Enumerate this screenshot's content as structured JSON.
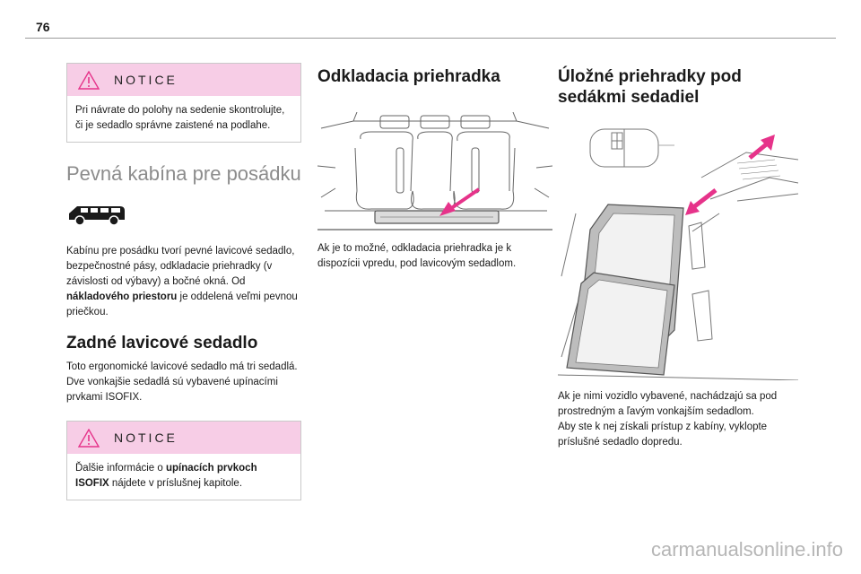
{
  "page": {
    "number": "76"
  },
  "col1": {
    "notice1": {
      "title": "NOTICE",
      "text": "Pri návrate do polohy na sedenie skontrolujte, či je sedadlo správne zaistené na podlahe."
    },
    "section_title": "Pevná kabína pre posádku",
    "icon": "van-icon",
    "cabin_text_1": "Kabínu pre posádku tvorí pevné lavicové sedadlo, bezpečnostné pásy, odkladacie priehradky (v závislosti od výbavy) a bočné okná. Od ",
    "cabin_text_bold": "nákladového priestoru",
    "cabin_text_2": " je oddelená veľmi pevnou priečkou.",
    "rear_bench_title": "Zadné lavicové sedadlo",
    "rear_bench_text_1": "Toto ergonomické lavicové sedadlo má tri sedadlá.",
    "rear_bench_text_2": "Dve vonkajšie sedadlá sú vybavené upínacími prvkami ISOFIX.",
    "notice2": {
      "title": "NOTICE",
      "text_1": "Ďalšie informácie o ",
      "text_bold": "upínacích prvkoch ISOFIX",
      "text_2": " nájdete v príslušnej kapitole."
    }
  },
  "col2": {
    "title": "Odkladacia priehradka",
    "text": "Ak je to možné, odkladacia priehradka je k dispozícii vpredu, pod lavicovým sedadlom."
  },
  "col3": {
    "title": "Úložné priehradky pod sedákmi sedadiel",
    "text_1": "Ak je nimi vozidlo vybavené, nachádzajú sa pod prostredným a ľavým vonkajším sedadlom.",
    "text_2": "Aby ste k nej získali prístup z kabíny, vyklopte príslušné sedadlo dopredu."
  },
  "footer": {
    "watermark": "carmanualsonline.info"
  },
  "colors": {
    "notice_band": "#f7cde6",
    "arrow": "#e6338a",
    "heading_grey": "#8c8c8c"
  }
}
